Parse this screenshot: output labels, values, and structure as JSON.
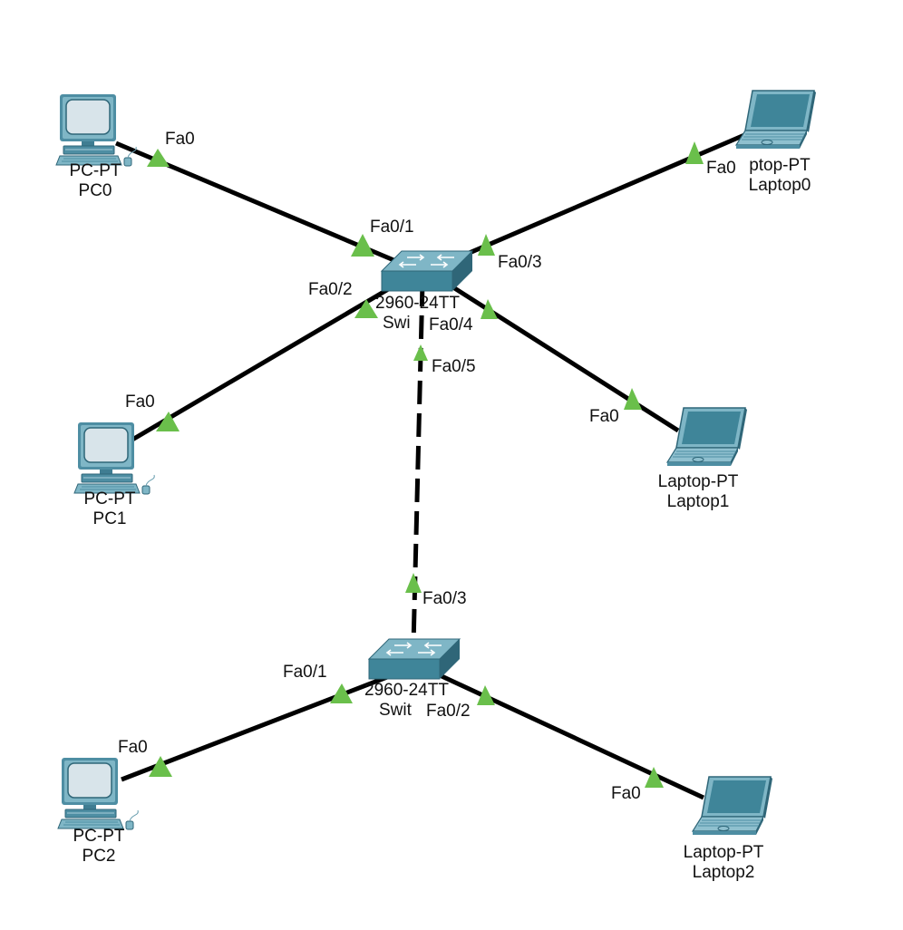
{
  "colors": {
    "link": "#000000",
    "port_indicator": "#6abf4b",
    "device_body": "#4e8ea3",
    "device_light": "#7fb6c6",
    "device_dark": "#2f6678",
    "screen": "#d8e4ea"
  },
  "devices": {
    "pc0": {
      "model": "PC-PT",
      "name": "PC0",
      "icon": "pc-icon"
    },
    "pc1": {
      "model": "PC-PT",
      "name": "PC1",
      "icon": "pc-icon"
    },
    "pc2": {
      "model": "PC-PT",
      "name": "PC2",
      "icon": "pc-icon"
    },
    "laptop0": {
      "model": "ptop-PT",
      "name": "Laptop0",
      "icon": "laptop-icon"
    },
    "laptop1": {
      "model": "Laptop-PT",
      "name": "Laptop1",
      "icon": "laptop-icon"
    },
    "laptop2": {
      "model": "Laptop-PT",
      "name": "Laptop2",
      "icon": "laptop-icon"
    },
    "switch0": {
      "model": "2960-24TT",
      "name": "Swi",
      "icon": "switch-icon"
    },
    "switch1": {
      "model": "2960-24TT",
      "name": "Swit",
      "icon": "switch-icon"
    }
  },
  "ports": {
    "pc0_fa0": "Fa0",
    "sw0_fa01": "Fa0/1",
    "pc1_fa0": "Fa0",
    "sw0_fa02": "Fa0/2",
    "laptop0_fa0": "Fa0",
    "sw0_fa03": "Fa0/3",
    "laptop1_fa0": "Fa0",
    "sw0_fa04": "Fa0/4",
    "sw0_fa05": "Fa0/5",
    "sw1_fa03": "Fa0/3",
    "pc2_fa0": "Fa0",
    "sw1_fa01": "Fa0/1",
    "laptop2_fa0": "Fa0",
    "sw1_fa02": "Fa0/2"
  },
  "links": [
    {
      "from": "PC0",
      "to": "Swi",
      "type": "copper straight-through"
    },
    {
      "from": "PC1",
      "to": "Swi",
      "type": "copper straight-through"
    },
    {
      "from": "Laptop0",
      "to": "Swi",
      "type": "copper straight-through"
    },
    {
      "from": "Laptop1",
      "to": "Swi",
      "type": "copper straight-through"
    },
    {
      "from": "Swi",
      "to": "Swit",
      "type": "copper cross-over"
    },
    {
      "from": "PC2",
      "to": "Swit",
      "type": "copper straight-through"
    },
    {
      "from": "Laptop2",
      "to": "Swit",
      "type": "copper straight-through"
    }
  ]
}
